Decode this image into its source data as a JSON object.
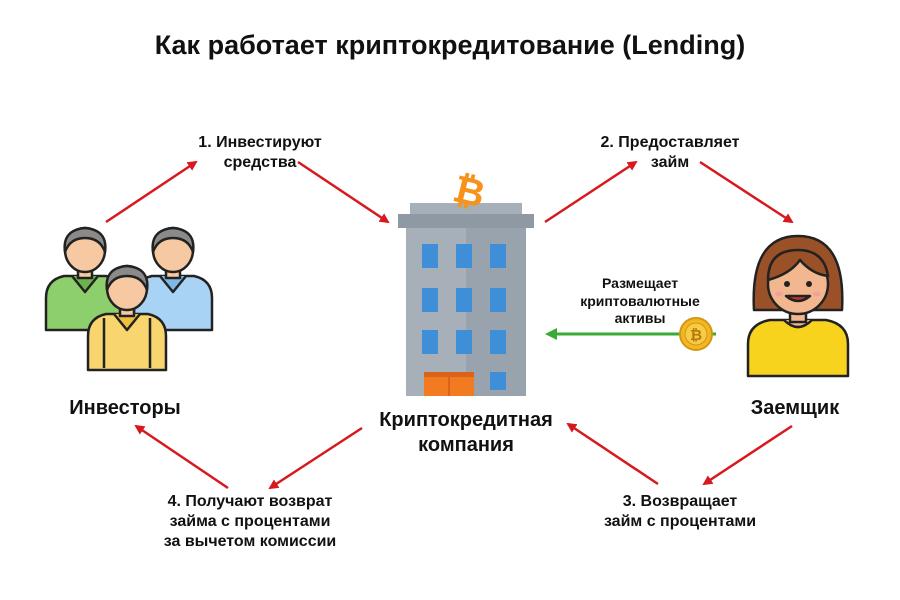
{
  "title": "Как работает криптокредитование (Lending)",
  "actors": {
    "investors": "Инвесторы",
    "company": [
      "Криптокредитная",
      "компания"
    ],
    "borrower": "Заемщик"
  },
  "steps": {
    "step1": [
      "1. Инвестируют",
      "средства"
    ],
    "step2": [
      "2. Предоставляет",
      "займ"
    ],
    "step3": [
      "3. Возвращает",
      "займ с процентами"
    ],
    "step4": [
      "4. Получают возврат",
      "займа с процентами",
      "за вычетом комиссии"
    ],
    "collateral": [
      "Размещает",
      "криптовалютные",
      "активы"
    ]
  },
  "colors": {
    "arrow_red": "#d7181f",
    "arrow_green": "#3aa935",
    "building_gray": "#a7b0b8",
    "window_blue": "#3e8fd8",
    "door_orange": "#f27b21",
    "bitcoin_orange": "#f7931a",
    "coin_gold": "#f2b823"
  },
  "icons": {
    "investors": "people-group-icon",
    "company": "office-building-icon",
    "borrower": "person-woman-icon",
    "coin": "bitcoin-coin-icon",
    "roof_logo": "bitcoin-logo-icon"
  }
}
